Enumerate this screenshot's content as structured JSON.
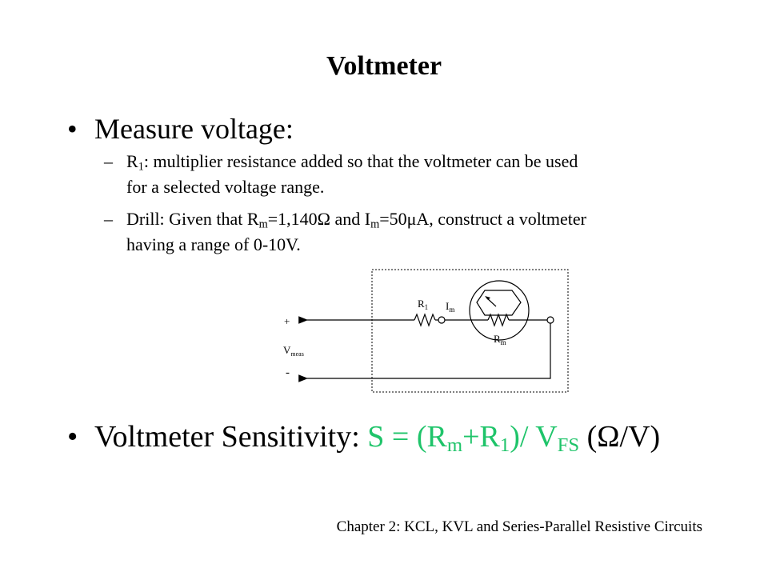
{
  "title": "Voltmeter",
  "bullet1": "Measure voltage:",
  "sub1": {
    "prefix": "R",
    "prefix_sub": "1",
    "line1": ": multiplier resistance added so that the voltmeter can be used",
    "line2": "for a selected  voltage range."
  },
  "sub2": {
    "a": "Drill: Given that R",
    "a_sub": "m",
    "b": "=1,140Ω and I",
    "b_sub": "m",
    "c": "=50μA,  construct a voltmeter",
    "line2": "having a range of 0-10V."
  },
  "circuit": {
    "r1_label": "R",
    "r1_sub": "1",
    "im_label": "I",
    "im_sub": "m",
    "rm_label": "R",
    "rm_sub": "m",
    "plus": "+",
    "minus": "-",
    "vmeas_label": "V",
    "vmeas_sub": "meas"
  },
  "bullet3": {
    "label": "Voltmeter Sensitivity:",
    "f1": "S = (R",
    "f1_sub": "m",
    "f2": "+R",
    "f2_sub": "1",
    "f3": ")/ V",
    "f3_sub": "FS",
    "units": " (Ω/V)"
  },
  "footer": "Chapter 2: KCL, KVL and Series-Parallel Resistive Circuits"
}
